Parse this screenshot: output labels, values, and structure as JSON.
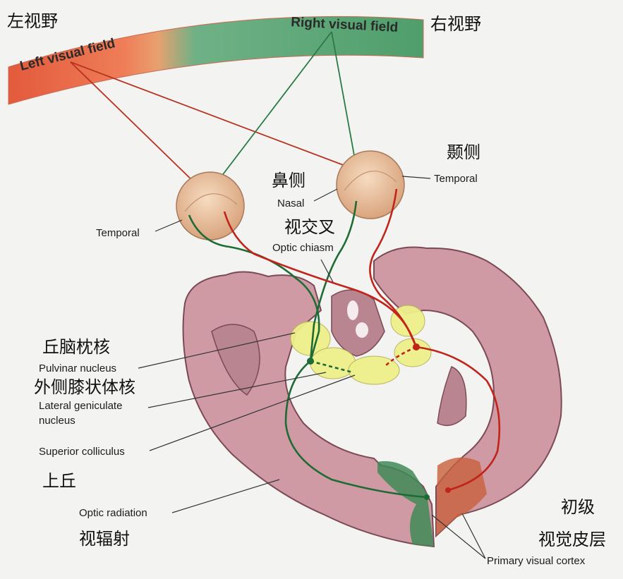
{
  "fields": {
    "left_label": "Left visual field",
    "right_label": "Right visual field",
    "left_color": "#e9694a",
    "right_color": "#5aa876"
  },
  "labels_en": {
    "temporal_left": "Temporal",
    "nasal": "Nasal",
    "temporal_right": "Temporal",
    "optic_chiasm": "Optic chiasm",
    "pulvinar_nucleus": "Pulvinar nucleus",
    "lateral_geniculate_line1": "Lateral geniculate",
    "lateral_geniculate_line2": "nucleus",
    "superior_colliculus": "Superior colliculus",
    "optic_radiation": "Optic radiation",
    "primary_visual_cortex": "Primary visual cortex"
  },
  "labels_zh": {
    "left_visual_field": "左视野",
    "right_visual_field": "右视野",
    "temporal": "颞侧",
    "nasal": "鼻侧",
    "optic_chiasm": "视交叉",
    "pulvinar_nucleus": "丘脑枕核",
    "lateral_geniculate": "外侧膝状体核",
    "superior_colliculus": "上丘",
    "optic_radiation": "视辐射",
    "primary_visual_cortex_line1": "初级",
    "primary_visual_cortex_line2": "视觉皮层"
  },
  "colors": {
    "red_pathway": "#c0241b",
    "green_pathway": "#1f6b35",
    "brain_tissue": "#cf9aa4",
    "nuclei": "#eef08a"
  }
}
